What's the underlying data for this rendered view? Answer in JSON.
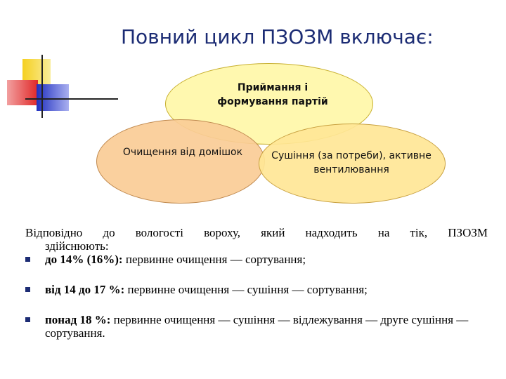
{
  "title": "Повний цикл ПЗОЗМ включає:",
  "ellipses": {
    "top": "Приймання і формування партій",
    "left": "Очищення від домішок",
    "right": "Сушіння (за потреби), активне вентилювання"
  },
  "intro_line1": "Відповідно до вологості вороху, який надходить на тік, ПЗОЗМ",
  "intro_line2": "здійснюють:",
  "bullets": [
    {
      "bold": "до 14% (16%):",
      "text": " первинне очищення — сортування;"
    },
    {
      "bold": "від 14 до 17 %:",
      "text": " первинне очищення — сушіння — сортування;"
    },
    {
      "bold": "понад 18 %:",
      "text": " первинне очищення — сушіння — відлежування — друге сушіння — сортування."
    }
  ],
  "colors": {
    "title": "#1c2c74",
    "bullet": "#1c2c74",
    "deco_yellow": "#f5d020",
    "deco_red": "#e84030",
    "deco_blue": "#2838c8"
  }
}
